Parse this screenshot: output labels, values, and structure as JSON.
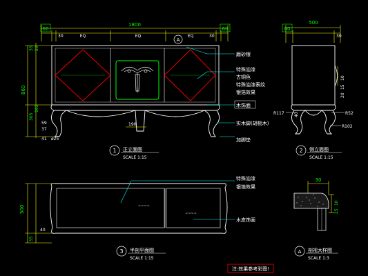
{
  "colors": {
    "background": "#000000",
    "outline": "#ffffff",
    "dimension": "#ffff00",
    "dimension_text": "#00ff00",
    "accent_red": "#ff0000",
    "accent_green": "#00ff00",
    "callout": "#00ffff",
    "note_border": "#ff0000"
  },
  "front_view": {
    "dim_total": "1800",
    "dim_left": "60",
    "dim_right": "60",
    "dim_30_left": "30",
    "dim_30_right": "30",
    "eq1": "EQ",
    "eq2": "EQ",
    "eq3": "EQ",
    "section_marker": "A",
    "dim_35": "35",
    "dim_20": "20",
    "dim_860": "860",
    "dim_105": "105",
    "dim_305": "305",
    "dim_59": "59",
    "dim_37": "37",
    "dim_41": "41",
    "dim_190": "190",
    "dim_phi25": "ø25",
    "callouts": {
      "glass": "磨砂银",
      "lacquer1": "特殊油漆",
      "bronze": "古铜色",
      "lacquer2": "特殊油漆表纹",
      "silver_foil": "银箔效果",
      "wood_decor": "木饰面",
      "walnut_leg": "实木脚(胡桃木)",
      "leg_fixing": "加脚垫"
    },
    "title": "正立面图",
    "scale": "SCALE 1:15",
    "number": "1"
  },
  "side_view": {
    "dim_500": "500",
    "dim_60": "60",
    "dim_30": "30",
    "dim_10": "10",
    "dim_15": "15",
    "dim_20": "20",
    "dim_40": "40",
    "dim_r117": "R117",
    "dim_r52": "R52",
    "dim_r102": "R102",
    "title": "侧立面图",
    "scale": "SCALE 1:15",
    "number": "2"
  },
  "plan_view": {
    "dim_500": "500",
    "dim_55": "55",
    "dim_40": "40",
    "callouts": {
      "lacquer": "特殊油漆",
      "silver_foil": "银箔效果",
      "wood_veneer": "木皮饰面"
    },
    "title": "半剖平面图",
    "scale": "SCALE 1:15",
    "number": "3"
  },
  "section_view": {
    "dim_30": "30",
    "dim_10": "10",
    "dim_25": "25",
    "title": "剖视大样图",
    "scale": "SCALE 1:3",
    "number": "A"
  },
  "note": "注:效果参考彩图!"
}
